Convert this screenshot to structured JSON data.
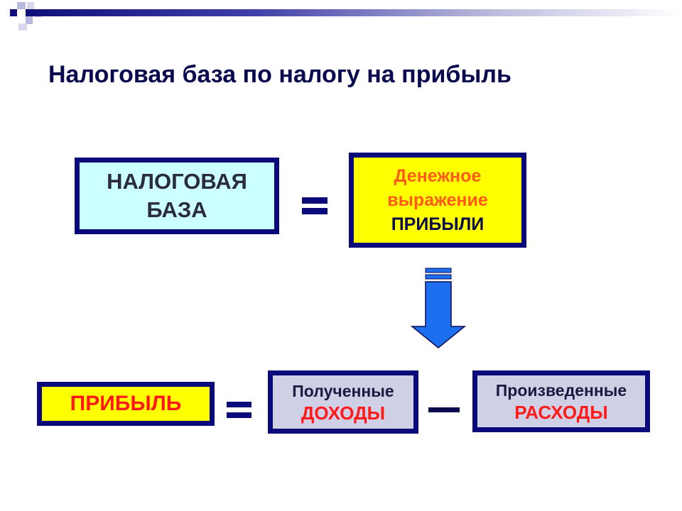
{
  "title": "Налоговая база по налогу на прибыль",
  "colors": {
    "navy": "#0a0a7a",
    "cyan_fill": "#ccffff",
    "yellow_fill": "#ffff00",
    "lavender_fill": "#cfcfe6",
    "accent_red": "#ff1a1a",
    "accent_orange": "#ff5a1a",
    "arrow_blue": "#1e6ff0"
  },
  "tax_base_box": {
    "line1": "НАЛОГОВАЯ",
    "line2": "БАЗА"
  },
  "money_box": {
    "line1": "Денежное",
    "line2": "выражение",
    "line3": "ПРИБЫЛИ"
  },
  "profit_box": {
    "label": "ПРИБЫЛЬ"
  },
  "income_box": {
    "line1": "Полученные",
    "line2": "ДОХОДЫ"
  },
  "expense_box": {
    "line1": "Произведенные",
    "line2": "РАСХОДЫ"
  },
  "operators": {
    "equals": "equals-sign",
    "minus": "minus-sign"
  },
  "arrow": {
    "icon": "down-arrow-icon"
  }
}
